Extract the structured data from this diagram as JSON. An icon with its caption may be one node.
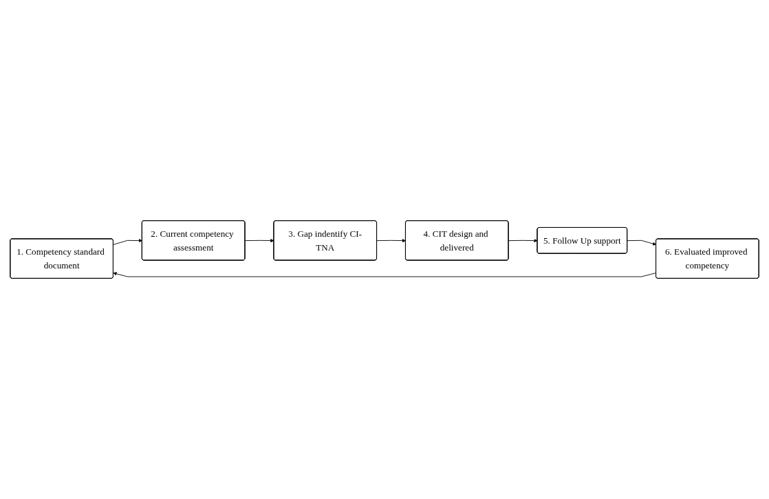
{
  "diagram": {
    "nodes": [
      {
        "text": [
          "1. Competency standard document"
        ]
      },
      {
        "text": [
          "2. Current competency assessment"
        ]
      },
      {
        "text": [
          "3. Gap indentify CI-TNA"
        ]
      },
      {
        "text": [
          "4. CIT design and delivered"
        ]
      },
      {
        "text": [
          "5. Follow Up support"
        ]
      },
      {
        "text": [
          "6. Evaluated improved competency"
        ]
      }
    ],
    "edges": [
      {
        "from": 0,
        "to": 1,
        "arrow": "to"
      },
      {
        "from": 1,
        "to": 2,
        "arrow": "to"
      },
      {
        "from": 2,
        "to": 3,
        "arrow": "to"
      },
      {
        "from": 3,
        "to": 4,
        "arrow": "to"
      },
      {
        "from": 4,
        "to": 5,
        "arrow": "to"
      },
      {
        "from": 5,
        "to": 0,
        "arrow": "to"
      }
    ]
  }
}
